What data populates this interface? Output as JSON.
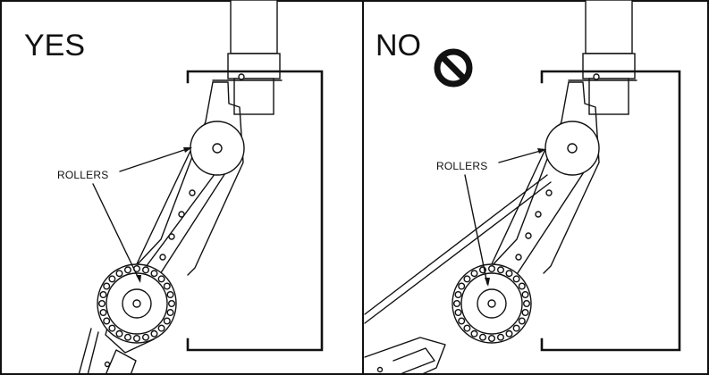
{
  "panels": [
    {
      "id": "yes",
      "title": "YES",
      "callout": "ROLLERS",
      "has_no_symbol": false
    },
    {
      "id": "no",
      "title": "NO",
      "callout": "ROLLERS",
      "has_no_symbol": true,
      "symbol_icon": "prohibited-icon"
    }
  ],
  "colors": {
    "ink": "#111111",
    "background": "#ffffff"
  }
}
